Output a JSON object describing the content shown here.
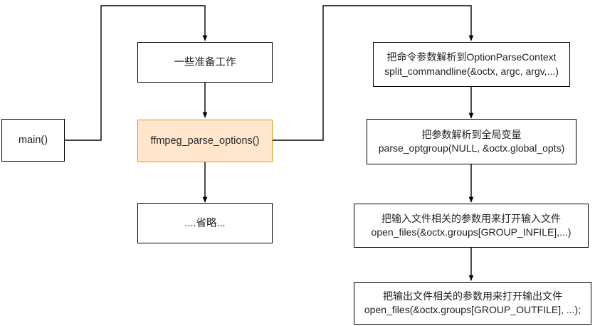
{
  "diagram": {
    "title": "ffmpeg main() option parsing flowchart",
    "colors": {
      "box_fill": "#ffffff",
      "box_stroke": "#000000",
      "highlight_fill": "#ffe6cc",
      "highlight_stroke": "#d79b00",
      "connector": "#000000",
      "text": "#1f1f1f"
    },
    "nodes": {
      "main": {
        "label": "main()"
      },
      "prepare": {
        "label": "一些准备工作"
      },
      "parse_options": {
        "label": "ffmpeg_parse_options()"
      },
      "omitted": {
        "label": "....省略..."
      },
      "split_commandline": {
        "label": "把命令参数解析到OptionParseContext\nsplit_commandline(&octx, argc, argv,...)"
      },
      "parse_optgroup": {
        "label": "把参数解析到全局变量\nparse_optgroup(NULL, &octx.global_opts)"
      },
      "open_infiles": {
        "label": "把输入文件相关的参数用来打开输入文件\nopen_files(&octx.groups[GROUP_INFILE],...)"
      },
      "open_outfiles": {
        "label": "把输出文件相关的参数用来打开输出文件\nopen_files(&octx.groups[GROUP_OUTFILE], ...);"
      }
    },
    "edges": [
      {
        "name": "main-to-prepare",
        "from": "main",
        "to": "prepare"
      },
      {
        "name": "prepare-to-parse-options",
        "from": "prepare",
        "to": "parse_options"
      },
      {
        "name": "parse-options-to-omitted",
        "from": "parse_options",
        "to": "omitted"
      },
      {
        "name": "parse-options-to-split-commandline",
        "from": "parse_options",
        "to": "split_commandline"
      },
      {
        "name": "split-commandline-to-parse-optgroup",
        "from": "split_commandline",
        "to": "parse_optgroup"
      },
      {
        "name": "parse-optgroup-to-open-infiles",
        "from": "parse_optgroup",
        "to": "open_infiles"
      },
      {
        "name": "open-infiles-to-open-outfiles",
        "from": "open_infiles",
        "to": "open_outfiles"
      }
    ]
  }
}
